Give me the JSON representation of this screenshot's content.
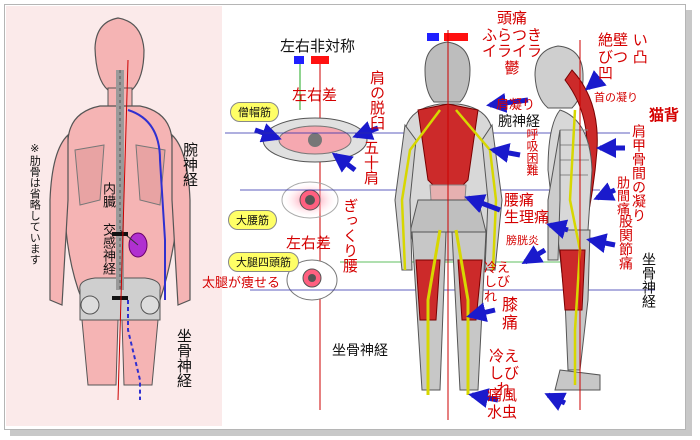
{
  "left_panel": {
    "note": "※肋骨は省略しています",
    "nerve_arm": "腕神経",
    "visceral_nerve": "内臓 交感神経",
    "sciatic": "坐骨神経"
  },
  "middle_panel": {
    "asymmetry_title": "左右非対称",
    "lr_diff_top": "左右差",
    "muscle_tags": [
      "僧帽筋",
      "大腰筋",
      "大腿四頭筋"
    ],
    "shoulder_dislocation": "肩の脱臼",
    "frozen_shoulder": "五十肩",
    "lr_diff_mid": "左右差",
    "back_strain": "ぎっくり腰",
    "thigh_thin": "太腿が痩せる"
  },
  "right_panel": {
    "head_symptoms": [
      "頭痛",
      "ふらつき",
      "イライラ",
      "鬱"
    ],
    "stiff_shoulders": "肩凝り",
    "arm_nerve": "腕神経",
    "breathing": "呼吸困難",
    "low_back_pain": "腰痛",
    "menstrual_pain": "生理痛",
    "cystitis": "膀胱炎",
    "cold_numb": "冷え しびれ",
    "knee_pain": "膝痛",
    "cold_numb_bottom": "冷え しびれ",
    "gout": "痛風",
    "athletes_foot": "水虫",
    "sciatic_label": "坐骨神経"
  },
  "side_panel": {
    "wall_slump": "絶壁 いびつ 凸凹",
    "neck_stiff": "首の凝り",
    "hunchback": "猫背",
    "interscapular": "肩甲骨間の凝り",
    "intercostal": "肋間痛",
    "hip_joint": "股関節痛",
    "sciatic_nerve": "坐骨神経"
  },
  "colors": {
    "skin": "#f6b9b9",
    "red_label": "#d40000",
    "arrow_blue": "#1a1acc",
    "nerve_yellow": "#d7d700",
    "muscle_red": "#c81e1e"
  }
}
